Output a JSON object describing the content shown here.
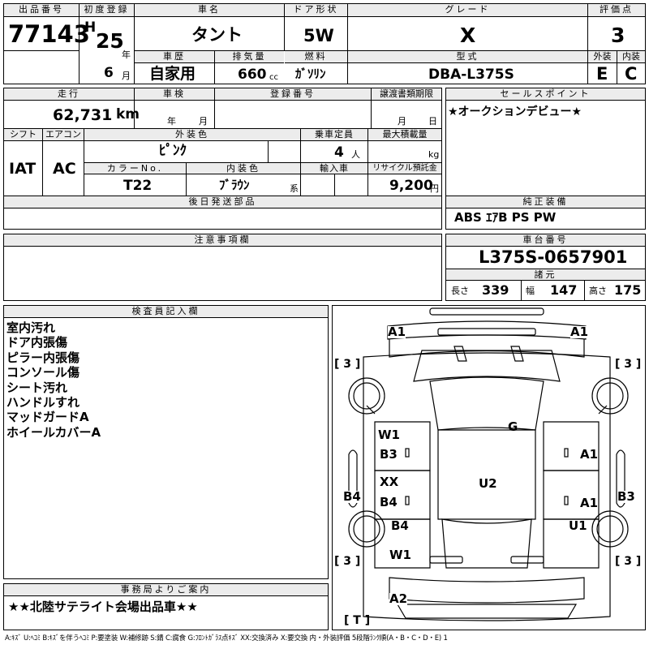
{
  "top": {
    "lot_label": "出品番号",
    "lot_no": "77143",
    "first_reg_label": "初度登録",
    "era": "H",
    "year": "25",
    "year_unit": "年",
    "month": "6",
    "month_unit": "月",
    "car_name_label": "車名",
    "car_name": "タント",
    "door_label": "ドア形状",
    "door": "5W",
    "grade_label": "グレード",
    "grade": "X",
    "score_label": "評価点",
    "score": "3",
    "history_label": "車歴",
    "history": "自家用",
    "displacement_label": "排気量",
    "displacement": "660",
    "displacement_unit": "cc",
    "fuel_label": "燃料",
    "fuel": "ｶﾞｿﾘﾝ",
    "model_label": "型式",
    "model": "DBA-L375S",
    "exterior_label": "外装",
    "exterior": "E",
    "interior_label": "内装",
    "interior": "C"
  },
  "mid": {
    "mileage_label": "走行",
    "mileage": "62,731",
    "mileage_unit": "km",
    "inspection_label": "車検",
    "insp_year_unit": "年",
    "insp_month_unit": "月",
    "regno_label": "登録番号",
    "transfer_label": "譲渡書類期限",
    "transfer_month_unit": "月",
    "transfer_day_unit": "日",
    "sales_label": "セールスポイント",
    "sales_text": "★オークションデビュー★",
    "shift_label": "シフト",
    "shift": "IAT",
    "aircon_label": "エアコン",
    "aircon": "AC",
    "color_label": "外装色",
    "color": "ﾋﾟﾝｸ",
    "capacity_label": "乗車定員",
    "capacity": "4",
    "capacity_unit": "人",
    "load_label": "最大積載量",
    "load_unit": "kg",
    "colorno_label": "カラーNo.",
    "colorno": "T22",
    "intcolor_label": "内装色",
    "intcolor": "ﾌﾞﾗｳﾝ",
    "intcolor_unit": "系",
    "import_label": "輸入車",
    "recycle_label": "リサイクル預託金",
    "recycle": "9,200",
    "recycle_unit": "円",
    "later_label": "後日発送部品",
    "equip_label": "純正装備",
    "equip": "ABS ｴｱB PS PW",
    "notes_label": "注意事項欄",
    "chassis_label": "車台番号",
    "chassis": "L375S-0657901",
    "spec_label": "諸元",
    "length_label": "長さ",
    "length": "339",
    "width_label": "幅",
    "width": "147",
    "height_label": "高さ",
    "height": "175"
  },
  "inspector": {
    "label": "検査員記入欄",
    "lines": [
      "室内汚れ",
      "ドア内張傷",
      "ピラー内張傷",
      "コンソール傷",
      "シート汚れ",
      "ハンドルすれ",
      "マッドガードA",
      "ホイールカバーA"
    ]
  },
  "office": {
    "label": "事務局よりご案内",
    "text": "★★北陸サテライト会場出品車★★"
  },
  "diagram": {
    "marks": {
      "a1_fl": "A1",
      "a1_fr": "A1",
      "tire_fl": "[ 3 ]",
      "tire_fr": "[ 3 ]",
      "tire_rl": "[ 3 ]",
      "tire_rr": "[ 3 ]",
      "w1_a": "W1",
      "b3_l": "B3",
      "g": "G",
      "a1_r1": "A1",
      "xx": "XX",
      "b4_l": "B4",
      "u2": "U2",
      "a1_r2": "A1",
      "b4_side": "B4",
      "b3_side": "B3",
      "b4_lower": "B4",
      "u1": "U1",
      "w1_b": "W1",
      "a2": "A2",
      "t_mark": "[ T ]"
    }
  },
  "legend": "A:ｷｽﾞ U:ﾍｺﾐ B:ｷｽﾞを伴うﾍｺﾐ P:要塗装 W:補修跡 S:錆 C:腐食 G:ﾌﾛﾝﾄｶﾞﾗｽ点ｷｽﾞ XX:交換済み X:要交換 内・外装評価 5段階ﾗﾝｸ順(A・B・C・D・E) 1"
}
